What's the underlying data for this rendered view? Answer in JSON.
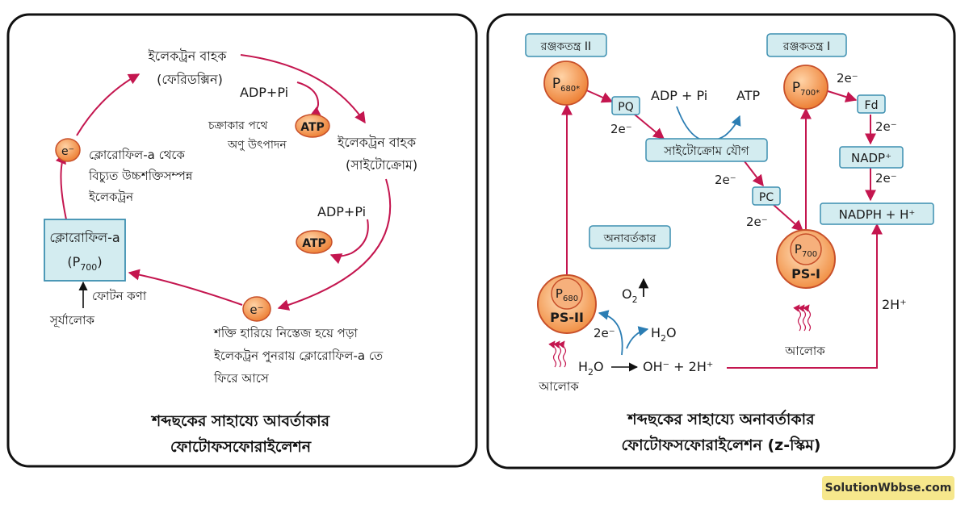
{
  "cyclic": {
    "carrier_ferredoxin": "ইলেকট্রন বাহক",
    "carrier_ferredoxin_name": "(ফেরিডক্সিন)",
    "carrier_cytochrome": "ইলেকট্রন বাহক",
    "carrier_cytochrome_name": "(সাইটোক্রোম)",
    "adp_pi_1": "ADP+Pi",
    "adp_pi_2": "ADP+Pi",
    "atp_1": "ATP",
    "atp_2": "ATP",
    "atp_note_line1": "চক্রাকার পথে",
    "atp_note_line2": "অণু উৎপাদন",
    "electron": "e⁻",
    "excited_line1": "ক্লোরোফিল-a থেকে",
    "excited_line2": "বিচ্যুত উচ্চশক্তিসম্পন্ন",
    "excited_line3": "ইলেকট্রন",
    "chl_box_line1": "ক্লোরোফিল-a",
    "chl_box_p": "(P",
    "chl_box_sub": "700",
    "chl_box_close": ")",
    "photon": "ফোটন কণা",
    "sunlight": "সূর্যালোক",
    "return_line1": "শক্তি হারিয়ে নিস্তেজ হয়ে পড়া",
    "return_line2": "ইলেকট্রন পুনরায় ক্লোরোফিল-a তে",
    "return_line3": "ফিরে আসে",
    "caption_line1": "শব্দছকের সাহায্যে আবর্তাকার",
    "caption_line2": "ফোটোফসফোরাইলেশন"
  },
  "noncyclic": {
    "ps2_label": "রঞ্জকতন্ত্র II",
    "ps1_label": "রঞ্জকতন্ত্র I",
    "p680_star": "P",
    "p680_star_sub": "680*",
    "p700_star": "P",
    "p700_star_sub": "700*",
    "pq": "PQ",
    "two_e_1": "2e⁻",
    "adp_pi": "ADP + Pi",
    "atp": "ATP",
    "cytochrome": "সাইটোক্রোম যৌগ",
    "two_e_2": "2e⁻",
    "pc": "PC",
    "two_e_3": "2e⁻",
    "two_e_fd": "2e⁻",
    "fd": "Fd",
    "two_e_nadp": "2e⁻",
    "nadp": "NADP⁺",
    "two_e_nadph": "2e⁻",
    "nadph": "NADPH + H⁺",
    "noncyclic_label": "অনাবর্তকার",
    "p680": "P",
    "p680_sub": "680",
    "ps2": "PS-II",
    "p700": "P",
    "p700_sub": "700",
    "ps1": "PS-I",
    "o2": "O",
    "o2_sub": "2",
    "two_e_water": "2e⁻",
    "h2o_product": "H",
    "h2o_product_sub": "2",
    "h2o_product_o": "O",
    "h2o": "H",
    "h2o_sub": "2",
    "h2o_o": "O",
    "split_products": "OH⁻ + 2H⁺",
    "two_h": "2H⁺",
    "light_1": "আলোক",
    "light_2": "আলোক",
    "caption_line1": "শব্দছকের সাহায্যে অনাবর্তাকার",
    "caption_line2": "ফোটোফসফোরাইলেশন (z-স্কিম)"
  },
  "watermark": "SolutionWbbse.com",
  "colors": {
    "arrow": "#c4164f",
    "orb_fill": "#f0883a",
    "orb_stroke": "#c8502a",
    "box_fill": "#d3ecf0",
    "box_stroke": "#3c8fb0",
    "atp_curve": "#2b7db3"
  }
}
